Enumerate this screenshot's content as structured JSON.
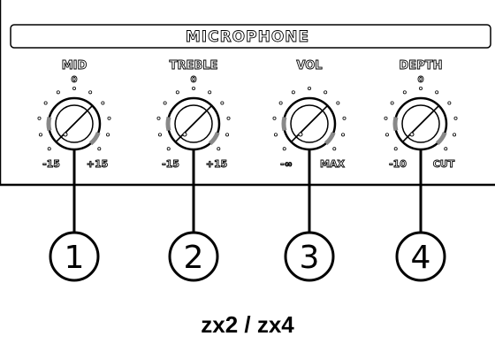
{
  "panel": {
    "title": "MICROPHONE"
  },
  "knobs": [
    {
      "label": "MID",
      "top": "0",
      "min": "-15",
      "max": "+15",
      "callout": "1"
    },
    {
      "label": "TREBLE",
      "top": "0",
      "min": "-15",
      "max": "+15",
      "callout": "2"
    },
    {
      "label": "VOL",
      "top": "",
      "min": "-∞",
      "max": "MAX",
      "callout": "3"
    },
    {
      "label": "DEPTH",
      "top": "0",
      "min": "-10",
      "max": "CUT",
      "callout": "4"
    }
  ],
  "model": "zx2 / zx4"
}
